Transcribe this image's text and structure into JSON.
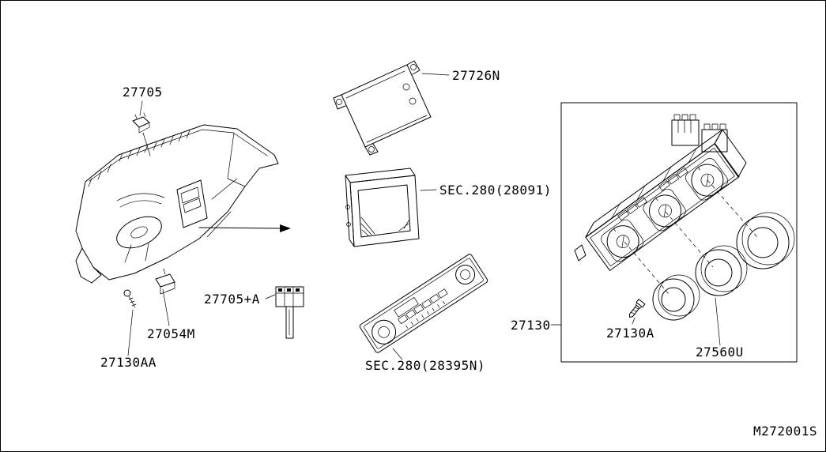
{
  "diagram": {
    "code": "M272001S",
    "labels": {
      "p27705": "27705",
      "p27726N": "27726N",
      "sec28091": "SEC.280(28091)",
      "p27705A": "27705+A",
      "p27054M": "27054M",
      "p27130AA": "27130AA",
      "sec28395N": "SEC.280(28395N)",
      "p27130": "27130",
      "p27130A": "27130A",
      "p27560U": "27560U"
    }
  }
}
